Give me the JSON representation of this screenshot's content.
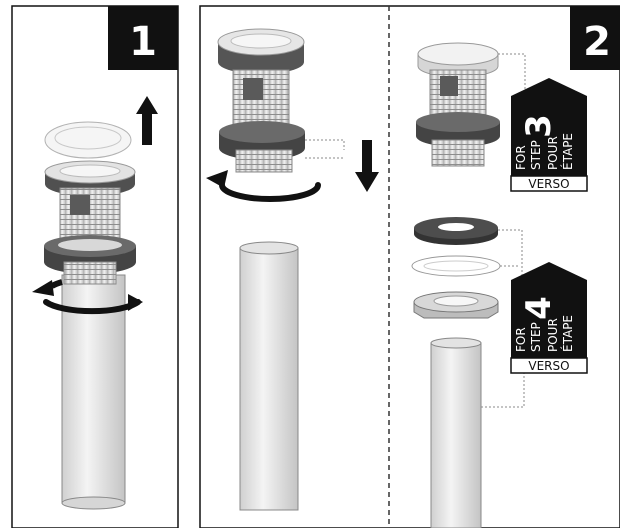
{
  "panels": {
    "step1": {
      "number": "1"
    },
    "step2": {
      "number": "2"
    }
  },
  "callouts": [
    {
      "id": "callout-step-3",
      "big_number": "3",
      "lines": [
        "FOR",
        "STEP",
        "POUR",
        "ÉTAPE"
      ],
      "verso": "VERSO"
    },
    {
      "id": "callout-step-4",
      "big_number": "4",
      "lines": [
        "FOR",
        "STEP",
        "POUR",
        "ÉTAPE"
      ],
      "verso": "VERSO"
    }
  ],
  "icons": {
    "arrow_up": "arrow-up-icon",
    "arrow_down": "arrow-down-icon",
    "rotate": "rotate-arrow-icon"
  },
  "colors": {
    "ink": "#111111",
    "dark_gray": "#4a4a4a",
    "mid_gray": "#9a9a9a",
    "light_gray": "#d9d9d9",
    "pale_gray": "#eeeeee"
  }
}
